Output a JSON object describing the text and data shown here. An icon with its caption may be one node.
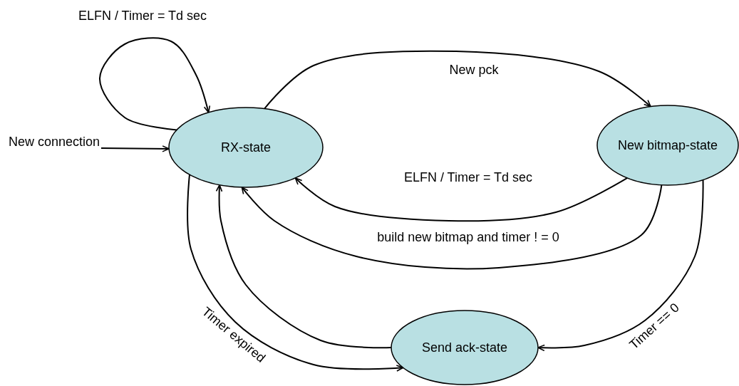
{
  "diagram": {
    "nodes": [
      {
        "text": [
          "RX-state"
        ]
      },
      {
        "text": [
          "New bitmap-state"
        ]
      },
      {
        "text": [
          "Send ack-state"
        ]
      },
      {
        "text": [
          "New connection"
        ]
      }
    ],
    "edges": [
      {
        "from": 0,
        "to": 0,
        "arrow": "to",
        "label": "ELFN / Timer = Td sec"
      },
      {
        "from": 0,
        "to": 1,
        "arrow": "to",
        "label": "New pck"
      },
      {
        "from": 1,
        "to": 0,
        "arrow": "to",
        "label": "ELFN / Timer = Td sec"
      },
      {
        "from": 1,
        "to": 0,
        "arrow": "to",
        "label": "build new bitmap and timer ! = 0"
      },
      {
        "from": 1,
        "to": 2,
        "arrow": "to",
        "label": "Timer == 0"
      },
      {
        "from": 2,
        "to": 0,
        "arrow": "to"
      },
      {
        "from": 0,
        "to": 2,
        "arrow": "to",
        "label": "Timer expired"
      },
      {
        "from": 3,
        "to": 0,
        "arrow": "to"
      }
    ]
  }
}
